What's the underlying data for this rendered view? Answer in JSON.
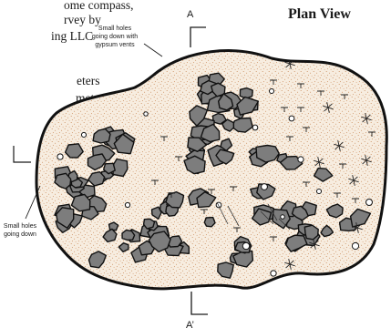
{
  "header_text": {
    "line1": "ome compass,",
    "line2": "rvey by",
    "line3": "ing LLC",
    "line4": "eters",
    "line5": "meters"
  },
  "title": "Plan View",
  "annotations": {
    "gypsum_vents_lines": [
      "Small holes",
      "going down with",
      "gypsum vents"
    ],
    "holes_left_lines": [
      "Small holes",
      "going down"
    ]
  },
  "section_marks": {
    "top": "A",
    "bottom": "A’"
  }
}
